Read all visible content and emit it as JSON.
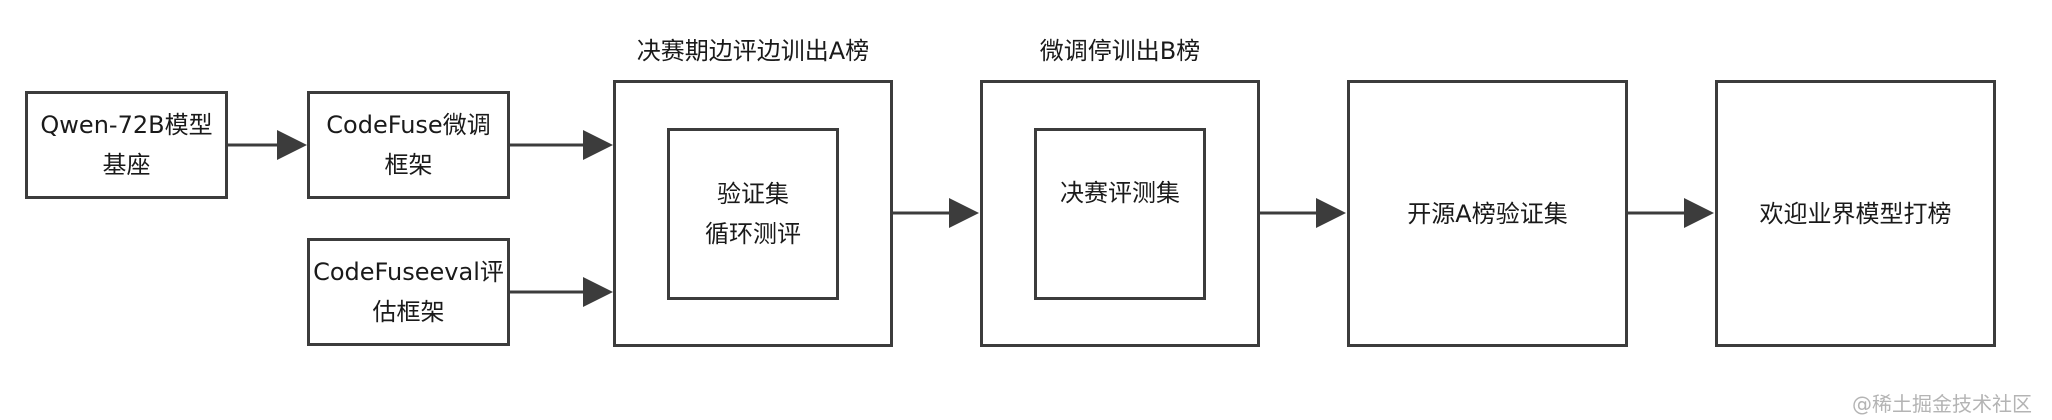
{
  "diagram": {
    "nodes": {
      "base_model": "Qwen-72B模型\n基座",
      "finetune_framework": "CodeFuse微调\n框架",
      "eval_framework": "CodeFuseeval评\n估框架",
      "validation_set": "验证集\n循环测评",
      "final_test_set": "决赛评测集",
      "open_a_validation": "开源A榜验证集",
      "public_leaderboard": "欢迎业界模型打榜"
    },
    "groups": {
      "a_board_title": "决赛期边评边训出A榜",
      "b_board_title": "微调停训出B榜"
    },
    "edges": [
      {
        "from": "base_model",
        "to": "finetune_framework"
      },
      {
        "from": "finetune_framework",
        "to": "a_board_group"
      },
      {
        "from": "eval_framework",
        "to": "a_board_group"
      },
      {
        "from": "a_board_group",
        "to": "b_board_group"
      },
      {
        "from": "b_board_group",
        "to": "open_a_validation"
      },
      {
        "from": "open_a_validation",
        "to": "public_leaderboard"
      }
    ]
  },
  "watermark": "@稀土掘金技术社区",
  "colors": {
    "stroke": "#3c3c3c",
    "watermark": "#b4b4b4"
  }
}
